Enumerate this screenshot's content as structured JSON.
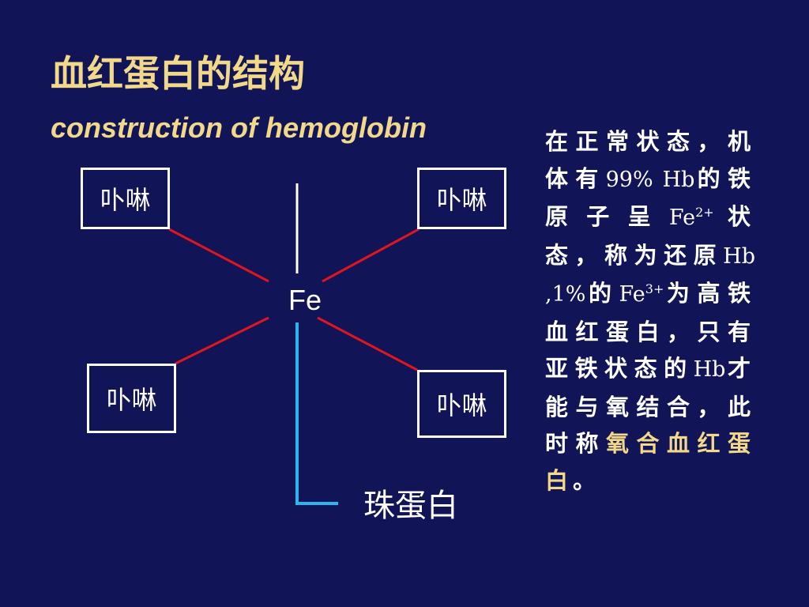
{
  "title": {
    "cn": "血红蛋白的结构",
    "en": "construction of hemoglobin"
  },
  "diagram": {
    "porphyrin_label": "卟啉",
    "center_label": "Fe",
    "globin_label": "珠蛋白",
    "colors": {
      "bond_line": "#e0161e",
      "globin_line": "#2ab7ef",
      "vertical_line": "#ffffff"
    }
  },
  "description": {
    "p1": "在正常状态，机体有",
    "v1": "99% Hb",
    "p2": "的铁原子呈",
    "v2_base": "Fe",
    "v2_sup": "2+",
    "p3": "状态，称为还原",
    "v3": "Hb ,1%",
    "p4": "的",
    "v4_base": "Fe",
    "v4_sup": "3+",
    "p5": "为高铁血红蛋白，只有亚铁状态的",
    "v5": "Hb",
    "p6": "才能与氧结合，此时称",
    "highlight": "氧合血红蛋白",
    "end": "。"
  },
  "colors": {
    "background": "#111456",
    "title": "#f2d98a",
    "text": "#ffffff",
    "highlight": "#f2d98a"
  }
}
